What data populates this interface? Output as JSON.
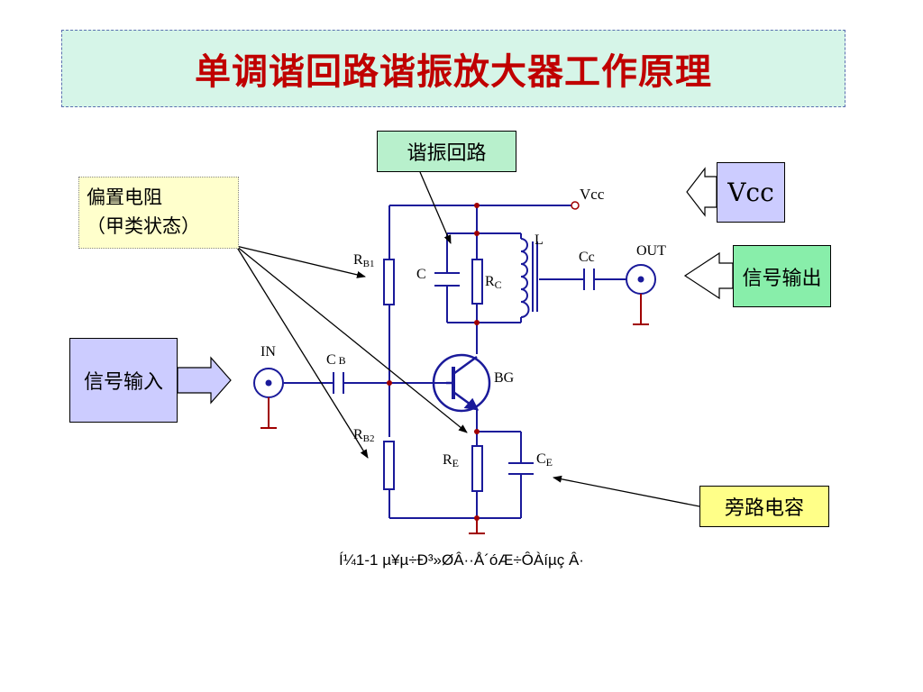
{
  "title": "单调谐回路谐振放大器工作原理",
  "callouts": {
    "resonant": "谐振回路",
    "bias_line1": "偏置电阻",
    "bias_line2": "（甲类状态）",
    "bypass": "旁路电容",
    "vcc": "Vcc",
    "out": "信号输出",
    "in": "信号输入"
  },
  "circuit": {
    "vcc": "Vcc",
    "l": "L",
    "cc": "Cc",
    "out": "OUT",
    "c": "C",
    "rc_main": "R",
    "rc_sub": "C",
    "rb1_main": "R",
    "rb1_sub": "B1",
    "rb2_main": "R",
    "rb2_sub": "B2",
    "in": "IN",
    "cb_main": "C",
    "cb_sub": "B",
    "bg": "BG",
    "re_main": "R",
    "re_sub": "E",
    "ce_main": "C",
    "ce_sub": "E"
  },
  "caption": "Í¼1-1  µ¥µ÷Ð³»ØÂ··Å´óÆ÷Ô­Àíµç Â·",
  "colors": {
    "title": "#c00000",
    "title_bg": "#d6f5e8",
    "wire": "#1a1a9a",
    "node": "#a00000",
    "ground": "#a00000"
  }
}
